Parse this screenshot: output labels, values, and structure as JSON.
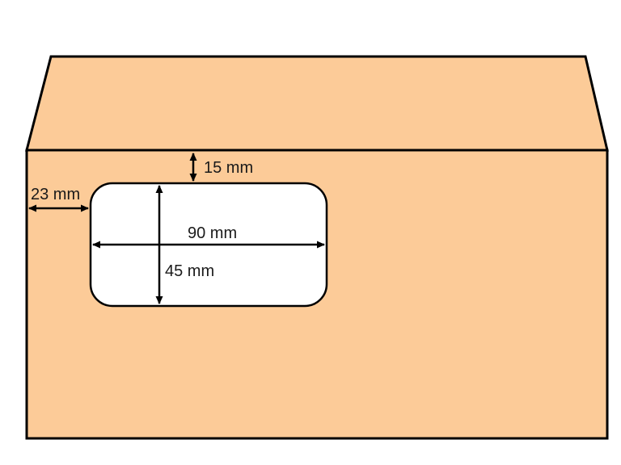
{
  "diagram": {
    "name": "window-envelope-dimension-diagram",
    "labels": {
      "top_margin": "15 mm",
      "left_margin": "23 mm",
      "window_width": "90 mm",
      "window_height": "45 mm"
    },
    "colors": {
      "envelope_fill": "#FCCB98",
      "outline": "#000000",
      "window_fill": "#FFFFFF",
      "background": "#FFFFFF",
      "label_text": "#1A1A1A"
    }
  }
}
